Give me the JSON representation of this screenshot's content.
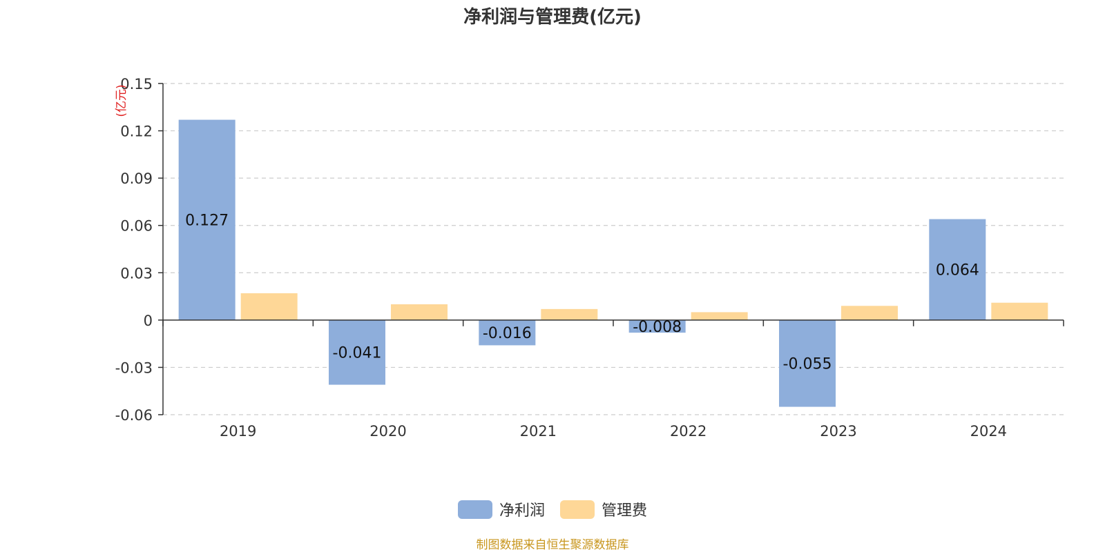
{
  "title": "净利润与管理费(亿元)",
  "source_note": "制图数据来自恒生聚源数据库",
  "colors": {
    "net_profit": "#8eaedb",
    "admin_fee": "#fed797",
    "unit_label": "#e02020",
    "axis": "#333333",
    "grid": "#cccccc"
  },
  "chart_data": {
    "type": "bar",
    "title": "净利润与管理费(亿元)",
    "ylabel": "(亿元)",
    "categories": [
      "2019",
      "2020",
      "2021",
      "2022",
      "2023",
      "2024"
    ],
    "ylim": [
      -0.06,
      0.15
    ],
    "yticks": [
      0.15,
      0.12,
      0.09,
      0.06,
      0.03,
      0,
      -0.03,
      -0.06
    ],
    "ytick_labels": [
      "0.15",
      "0.12",
      "0.09",
      "0.06",
      "0.03",
      "0",
      "-0.03",
      "-0.06"
    ],
    "grid": true,
    "legend_position": "bottom-center",
    "series": [
      {
        "name": "净利润",
        "values": [
          0.127,
          -0.041,
          -0.016,
          -0.008,
          -0.055,
          0.064
        ],
        "labels": [
          "0.127",
          "-0.041",
          "-0.016",
          "-0.008",
          "-0.055",
          "0.064"
        ]
      },
      {
        "name": "管理费",
        "values": [
          0.017,
          0.01,
          0.007,
          0.005,
          0.009,
          0.011
        ]
      }
    ]
  }
}
